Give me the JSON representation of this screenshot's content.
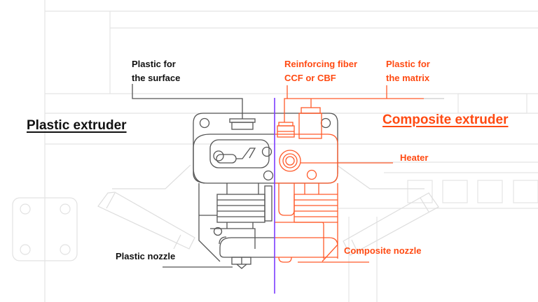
{
  "diagram": {
    "title_left": "Plastic extruder",
    "title_right": "Composite extruder",
    "labels": {
      "plastic_surface_1": "Plastic for",
      "plastic_surface_2": "the surface",
      "fiber_1": "Reinforcing fiber",
      "fiber_2": "CCF or CBF",
      "matrix_1": "Plastic for",
      "matrix_2": "the matrix",
      "heater": "Heater",
      "plastic_nozzle": "Plastic nozzle",
      "composite_nozzle": "Composite nozzle"
    },
    "colors": {
      "plastic": "#555555",
      "composite": "#ff5a2a",
      "divider": "#7b3cff",
      "background_lines": "#e4e4e4",
      "label_dark": "#111111",
      "label_orange": "#ff4a12"
    }
  }
}
